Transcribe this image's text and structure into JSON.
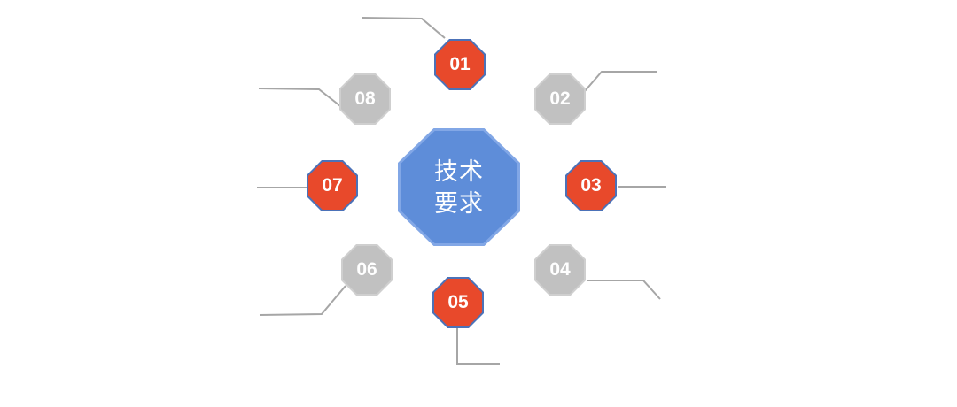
{
  "diagram": {
    "title_shape": {
      "line1": "技术",
      "line2": "要求"
    },
    "nodes": [
      {
        "label": "01",
        "variant": "red"
      },
      {
        "label": "02",
        "variant": "gray"
      },
      {
        "label": "03",
        "variant": "red"
      },
      {
        "label": "04",
        "variant": "gray"
      },
      {
        "label": "05",
        "variant": "red"
      },
      {
        "label": "06",
        "variant": "gray"
      },
      {
        "label": "07",
        "variant": "red"
      },
      {
        "label": "08",
        "variant": "gray"
      }
    ]
  },
  "colors": {
    "background": "#ffffff",
    "center-blue": "#5e8dd9",
    "center-blue-border": "#82a7e6",
    "node-red": "#e8492b",
    "node-red-border": "#4c72b8",
    "node-gray": "#c1c1c1",
    "node-gray-border": "#cfcfcf",
    "leader-line": "#a6a6a6",
    "text": "#ffffff"
  }
}
